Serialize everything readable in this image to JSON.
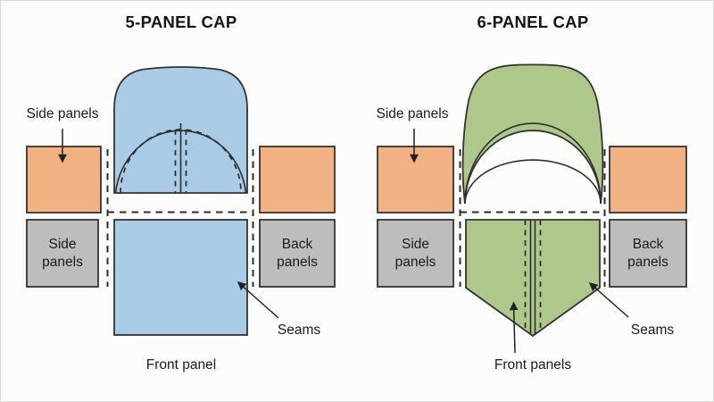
{
  "colors": {
    "background": "#fcfcfa",
    "blue_panel": "#a9cbe5",
    "green_panel": "#aec88c",
    "orange_panel": "#f1b183",
    "gray_panel": "#bdbdbd",
    "line": "#333333"
  },
  "diagrams": [
    {
      "title": "5-PANEL CAP",
      "side_panels_callout": "Side panels",
      "side_panels_square": "Side panels",
      "back_panels_square": "Back panels",
      "seams_callout": "Seams",
      "front_panel_label": "Front panel"
    },
    {
      "title": "6-PANEL CAP",
      "side_panels_callout": "Side panels",
      "side_panels_square": "Side panels",
      "back_panels_square": "Back panels",
      "seams_callout": "Seams",
      "front_panel_label": "Front panels"
    }
  ]
}
